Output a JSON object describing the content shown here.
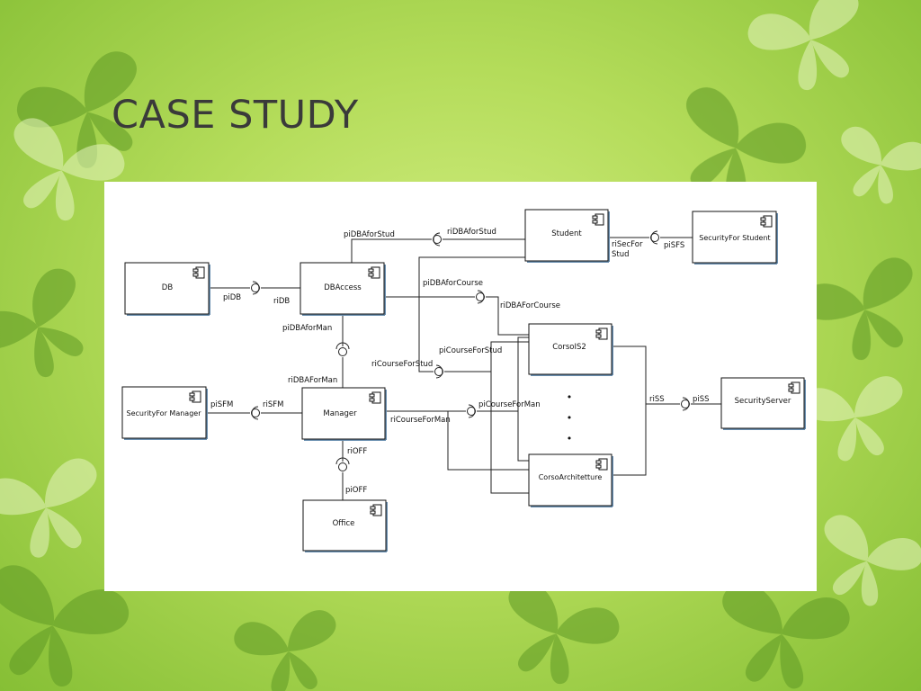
{
  "slide": {
    "title": "CASE STUDY"
  },
  "diagram": {
    "components": {
      "db": "DB",
      "dbaccess": "DBAccess",
      "student": "Student",
      "security_for_student": "SecurityFor Student",
      "security_for_manager": "SecurityFor Manager",
      "manager": "Manager",
      "office": "Office",
      "corso_is2": "CorsoIS2",
      "corso_architetture": "CorsoArchitetture",
      "security_server": "SecurityServer"
    },
    "interfaces": {
      "pidb": "piDB",
      "ridb": "riDB",
      "pidba_for_stud": "piDBAforStud",
      "ridba_for_stud": "riDBAforStud",
      "pidba_for_course": "piDBAforCourse",
      "ridba_for_course": "riDBAForCourse",
      "pidba_for_man": "piDBAforMan",
      "ridba_for_man": "riDBAForMan",
      "ri_sec_for_stud_1": "riSecFor",
      "ri_sec_for_stud_2": "Stud",
      "pisfs": "piSFS",
      "pisfm": "piSFM",
      "risfm": "riSFM",
      "ri_course_for_stud": "riCourseForStud",
      "pi_course_for_stud": "piCourseForStud",
      "ri_course_for_man": "riCourseForMan",
      "pi_course_for_man": "piCourseForMan",
      "rioff": "riOFF",
      "pioff": "piOFF",
      "riss": "riSS",
      "piss": "piSS"
    },
    "ellipsis_dots": [
      "•",
      "•",
      "•"
    ]
  }
}
